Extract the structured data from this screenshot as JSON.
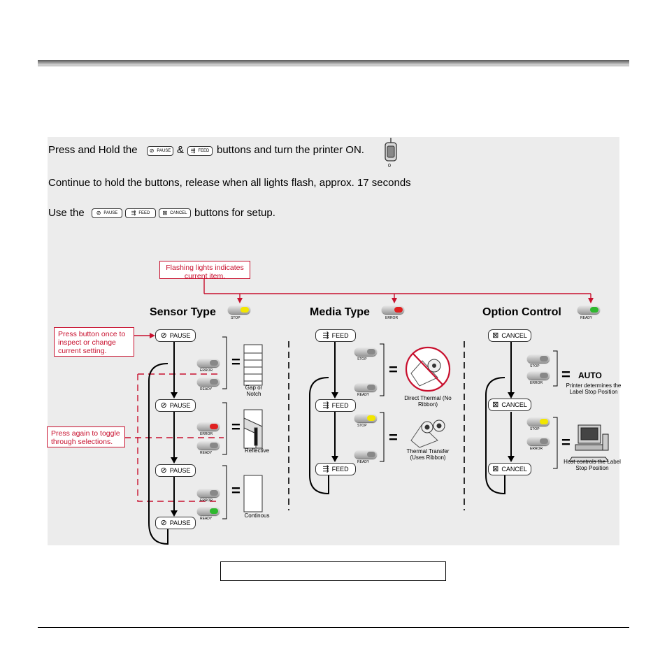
{
  "instructions": {
    "line1_a": "Press and Hold the",
    "line1_amp": "&",
    "line1_b": "buttons and turn the printer ON.",
    "line2": "Continue to hold the buttons, release when all lights flash, approx. 17 seconds",
    "line3_a": "Use the",
    "line3_b": "buttons for setup."
  },
  "buttons": {
    "pause": "PAUSE",
    "feed": "FEED",
    "cancel": "CANCEL"
  },
  "power_switch_label": "0",
  "callouts": {
    "flashing": "Flashing lights indicates current item.",
    "press_once": "Press button once to inspect or change current setting.",
    "press_again": "Press again to toggle through selections."
  },
  "sections": {
    "sensor": {
      "title": "Sensor Type",
      "title_led": "STOP",
      "gap": "Gap or Notch",
      "reflective": "Reflective",
      "continuous": "Continous"
    },
    "media": {
      "title": "Media Type",
      "title_led": "ERROR",
      "direct": "Direct Thermal (No Ribbon)",
      "transfer": "Thermal Transfer (Uses Ribbon)"
    },
    "option": {
      "title": "Option Control",
      "title_led": "READY",
      "auto": "AUTO",
      "auto_desc": "Printer determines the Label Stop Position",
      "host_desc": "Host controls the Label Stop Position"
    }
  },
  "led_labels": {
    "stop": "STOP",
    "error": "ERROR",
    "ready": "READY"
  },
  "colors": {
    "red": "#c8102e",
    "yellow": "#f2e600",
    "green": "#2eb82e",
    "led_red": "#e02020"
  },
  "icons": {
    "pause": "pause-icon",
    "feed": "feed-icon",
    "cancel": "cancel-icon"
  },
  "figure_caption": ""
}
